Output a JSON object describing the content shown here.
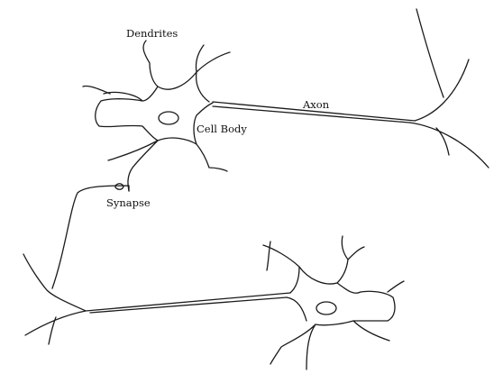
{
  "labels": {
    "dendrites": "Dendrites",
    "axon": "Axon",
    "cell_body": "Cell Body",
    "synapse": "Synapse"
  },
  "colors": {
    "line": "#1a1a1a",
    "background": "#ffffff"
  }
}
